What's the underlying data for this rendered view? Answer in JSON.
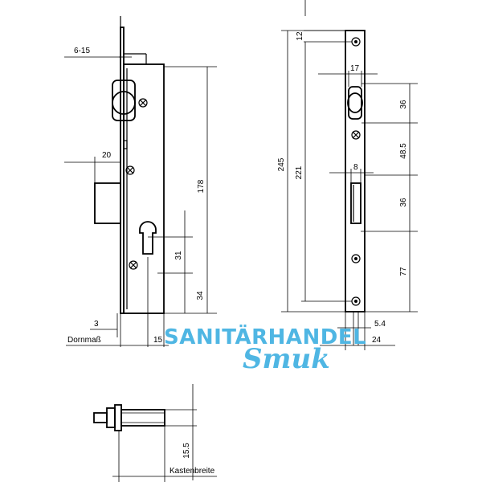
{
  "dimensions": {
    "backset_range": "6-15",
    "bolt_projection": "20",
    "height_178": "178",
    "cyl_to_handle": "31",
    "cyl_to_bottom": "34",
    "offset_3": "3",
    "backset_label": "Dornmaß",
    "backset_15": "15",
    "top_12": "12",
    "handle_width": "17",
    "total_245": "245",
    "screw_221": "221",
    "spacing_36a": "36",
    "spacing_48_5": "48.5",
    "latch_width": "8",
    "spacing_36b": "36",
    "spacing_77": "77",
    "thickness_5_4": "5.4",
    "faceplate_24": "24",
    "bolt_15_5": "15.5",
    "case_width_label": "Kastenbreite"
  },
  "watermark": {
    "line1": "SANITÄRHANDEL",
    "line2": "Smuk",
    "color": "#4fb6e3"
  }
}
